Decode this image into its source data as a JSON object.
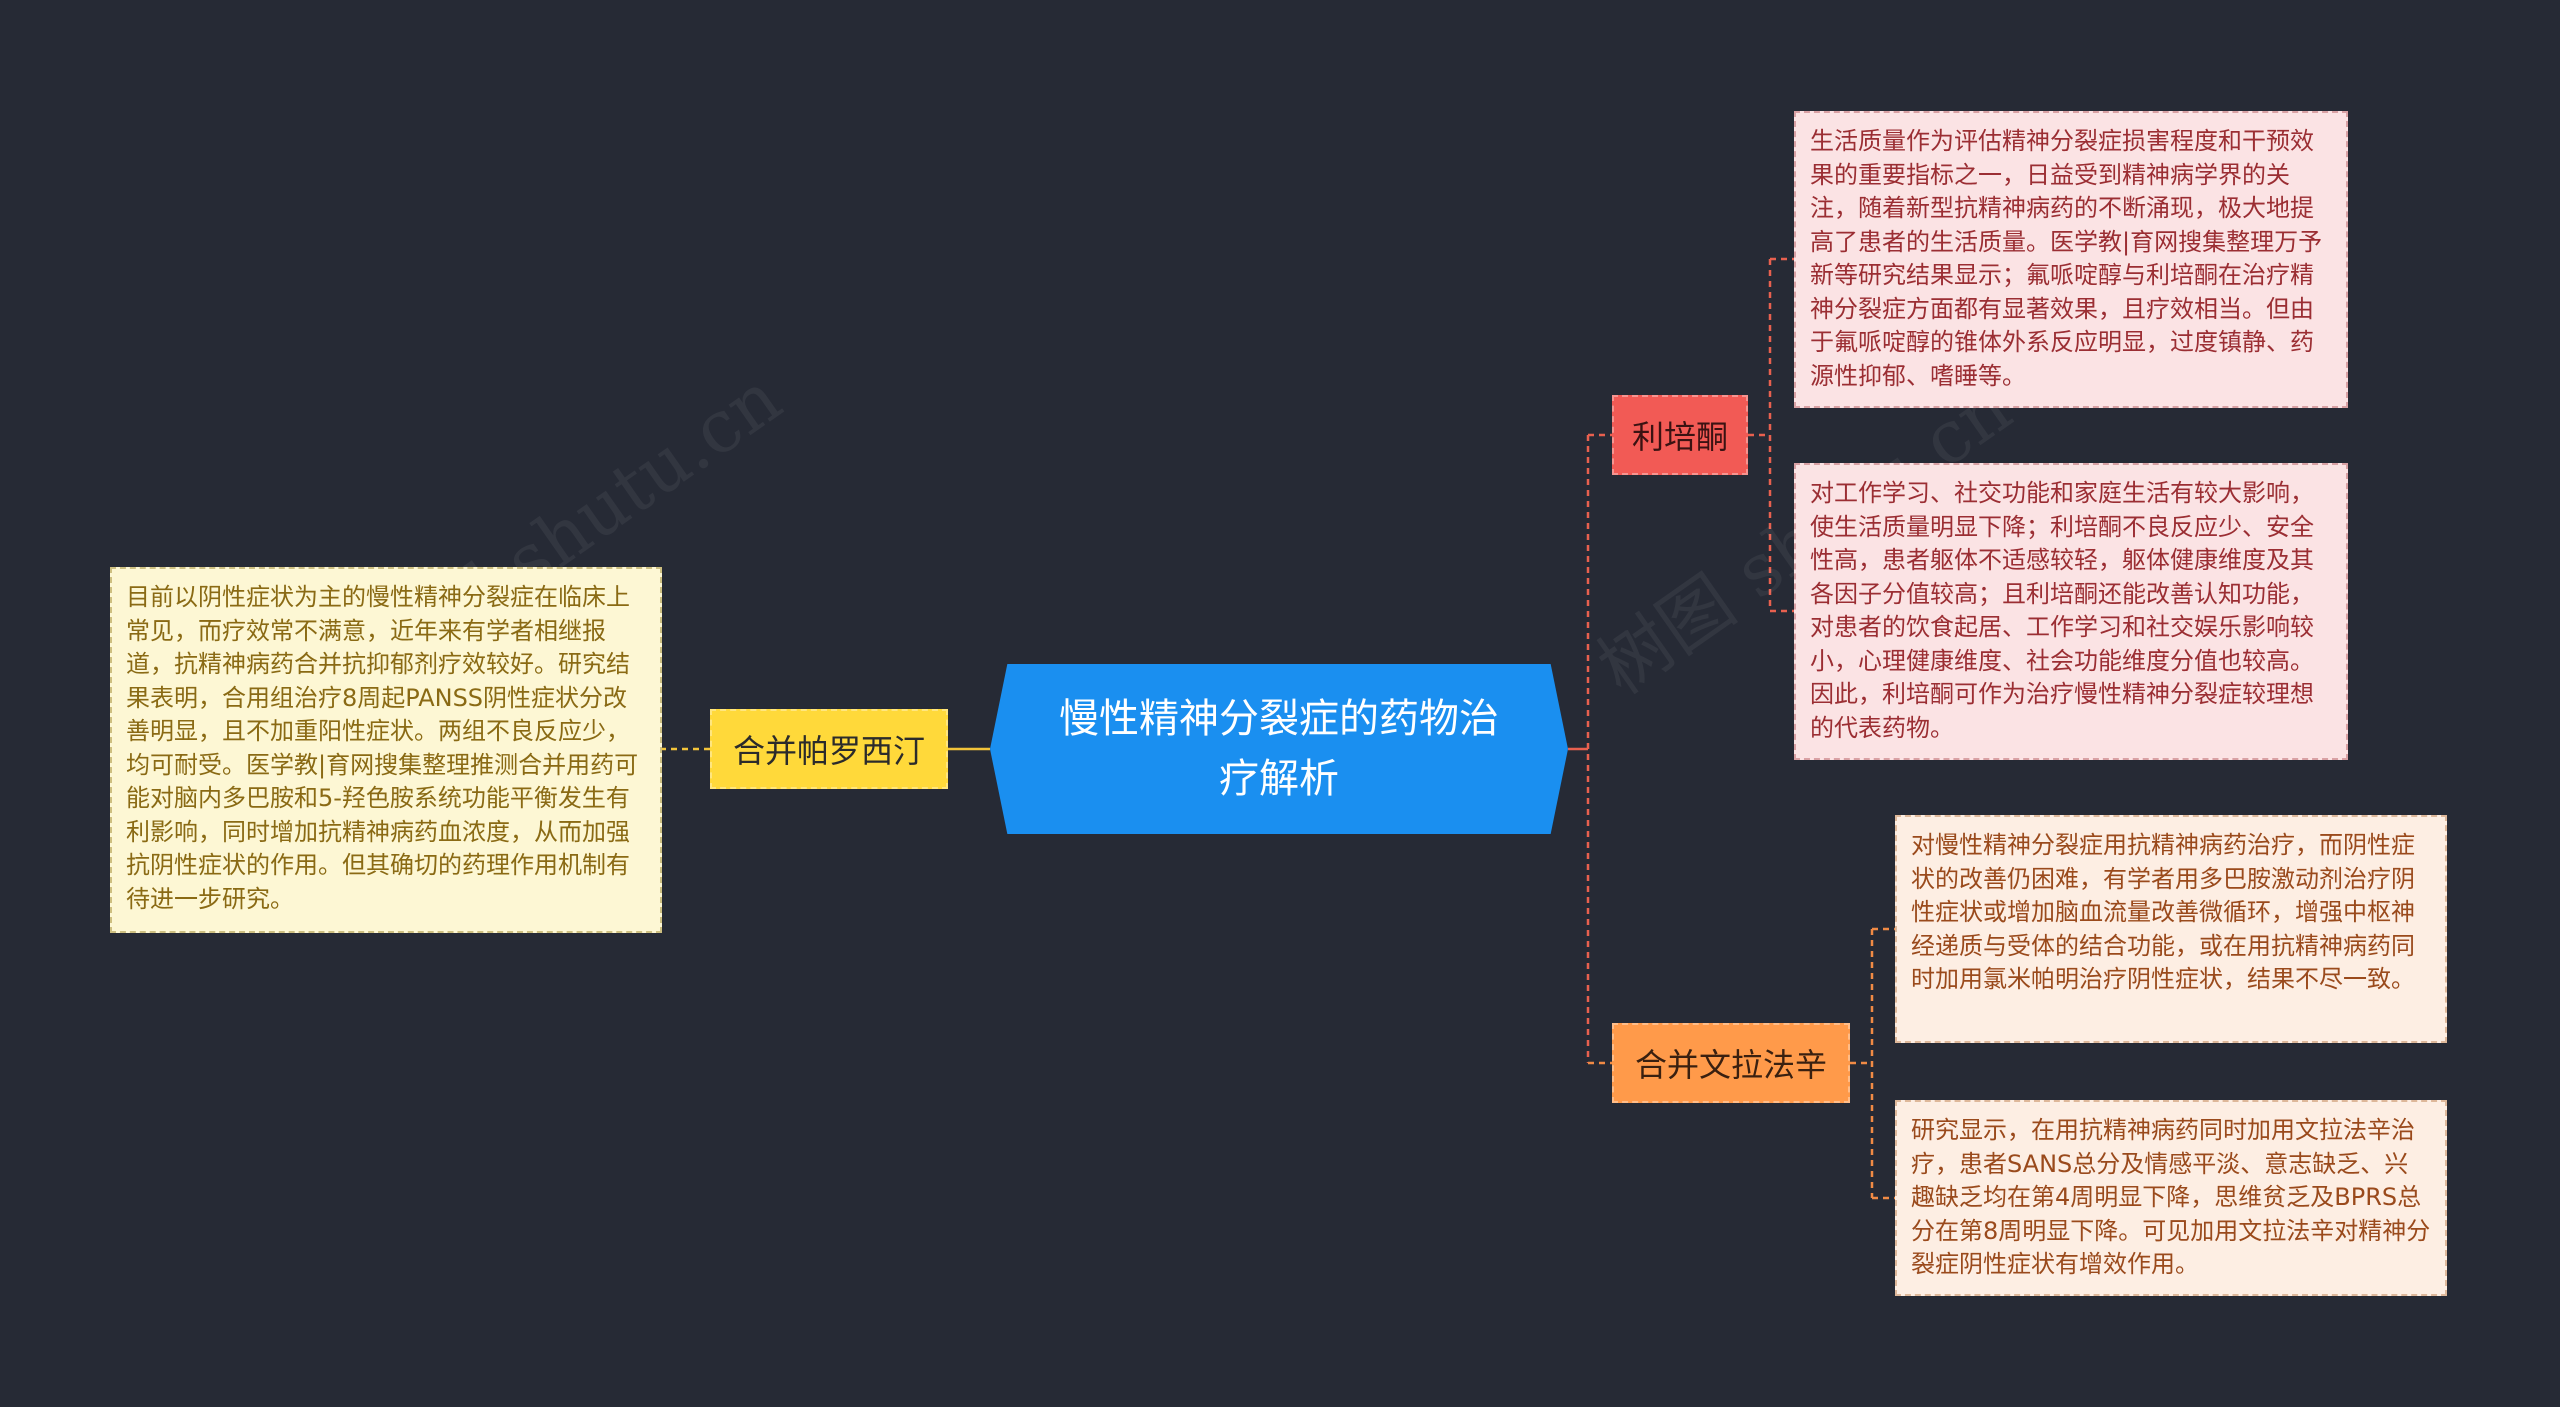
{
  "root": {
    "label": "慢性精神分裂症的药物治疗解析"
  },
  "branches": {
    "left": {
      "label": "合并帕罗西汀"
    },
    "lipei": {
      "label": "利培酮"
    },
    "wen": {
      "label": "合并文拉法辛"
    }
  },
  "leaves": {
    "left": "目前以阴性症状为主的慢性精神分裂症在临床上常见，而疗效常不满意，近年来有学者相继报道，抗精神病药合并抗抑郁剂疗效较好。研究结果表明，合用组治疗8周起PANSS阴性症状分改善明显，且不加重阳性症状。两组不良反应少，均可耐受。医学教|育网搜集整理推测合并用药可能对脑内多巴胺和5-羟色胺系统功能平衡发生有利影响，同时增加抗精神病药血浓度，从而加强抗阴性症状的作用。但其确切的药理作用机制有待进一步研究。",
    "lipei1": "生活质量作为评估精神分裂症损害程度和干预效果的重要指标之一，日益受到精神病学界的关注，随着新型抗精神病药的不断涌现，极大地提高了患者的生活质量。医学教|育网搜集整理万予新等研究结果显示；氟哌啶醇与利培酮在治疗精神分裂症方面都有显著效果，且疗效相当。但由于氟哌啶醇的锥体外系反应明显，过度镇静、药源性抑郁、嗜睡等。",
    "lipei2": "对工作学习、社交功能和家庭生活有较大影响，使生活质量明显下降；利培酮不良反应少、安全性高，患者躯体不适感较轻，躯体健康维度及其各因子分值较高；且利培酮还能改善认知功能，对患者的饮食起居、工作学习和社交娱乐影响较小，心理健康维度、社会功能维度分值也较高。因此，利培酮可作为治疗慢性精神分裂症较理想的代表药物。",
    "wen1": "对慢性精神分裂症用抗精神病药治疗，而阴性症状的改善仍困难，有学者用多巴胺激动剂治疗阴性症状或增加脑血流量改善微循环，增强中枢神经递质与受体的结合功能，或在用抗精神病药同时加用氯米帕明治疗阴性症状，结果不尽一致。",
    "wen2": "研究显示，在用抗精神病药同时加用文拉法辛治疗，患者SANS总分及情感平淡、意志缺乏、兴趣缺乏均在第4周明显下降，思维贫乏及BPRS总分在第8周明显下降。可见加用文拉法辛对精神分裂症阴性症状有增效作用。"
  },
  "colors": {
    "background": "#262a35",
    "root": "#1a8ff0",
    "left_branch": "#ffd93a",
    "lipei_branch": "#f25a55",
    "wen_branch": "#ff9a4a",
    "left_link": "#f2c43a",
    "right_link": "#e8604f",
    "wen_link": "#f08a45"
  },
  "watermark": {
    "text": "树图 shutu.cn"
  }
}
